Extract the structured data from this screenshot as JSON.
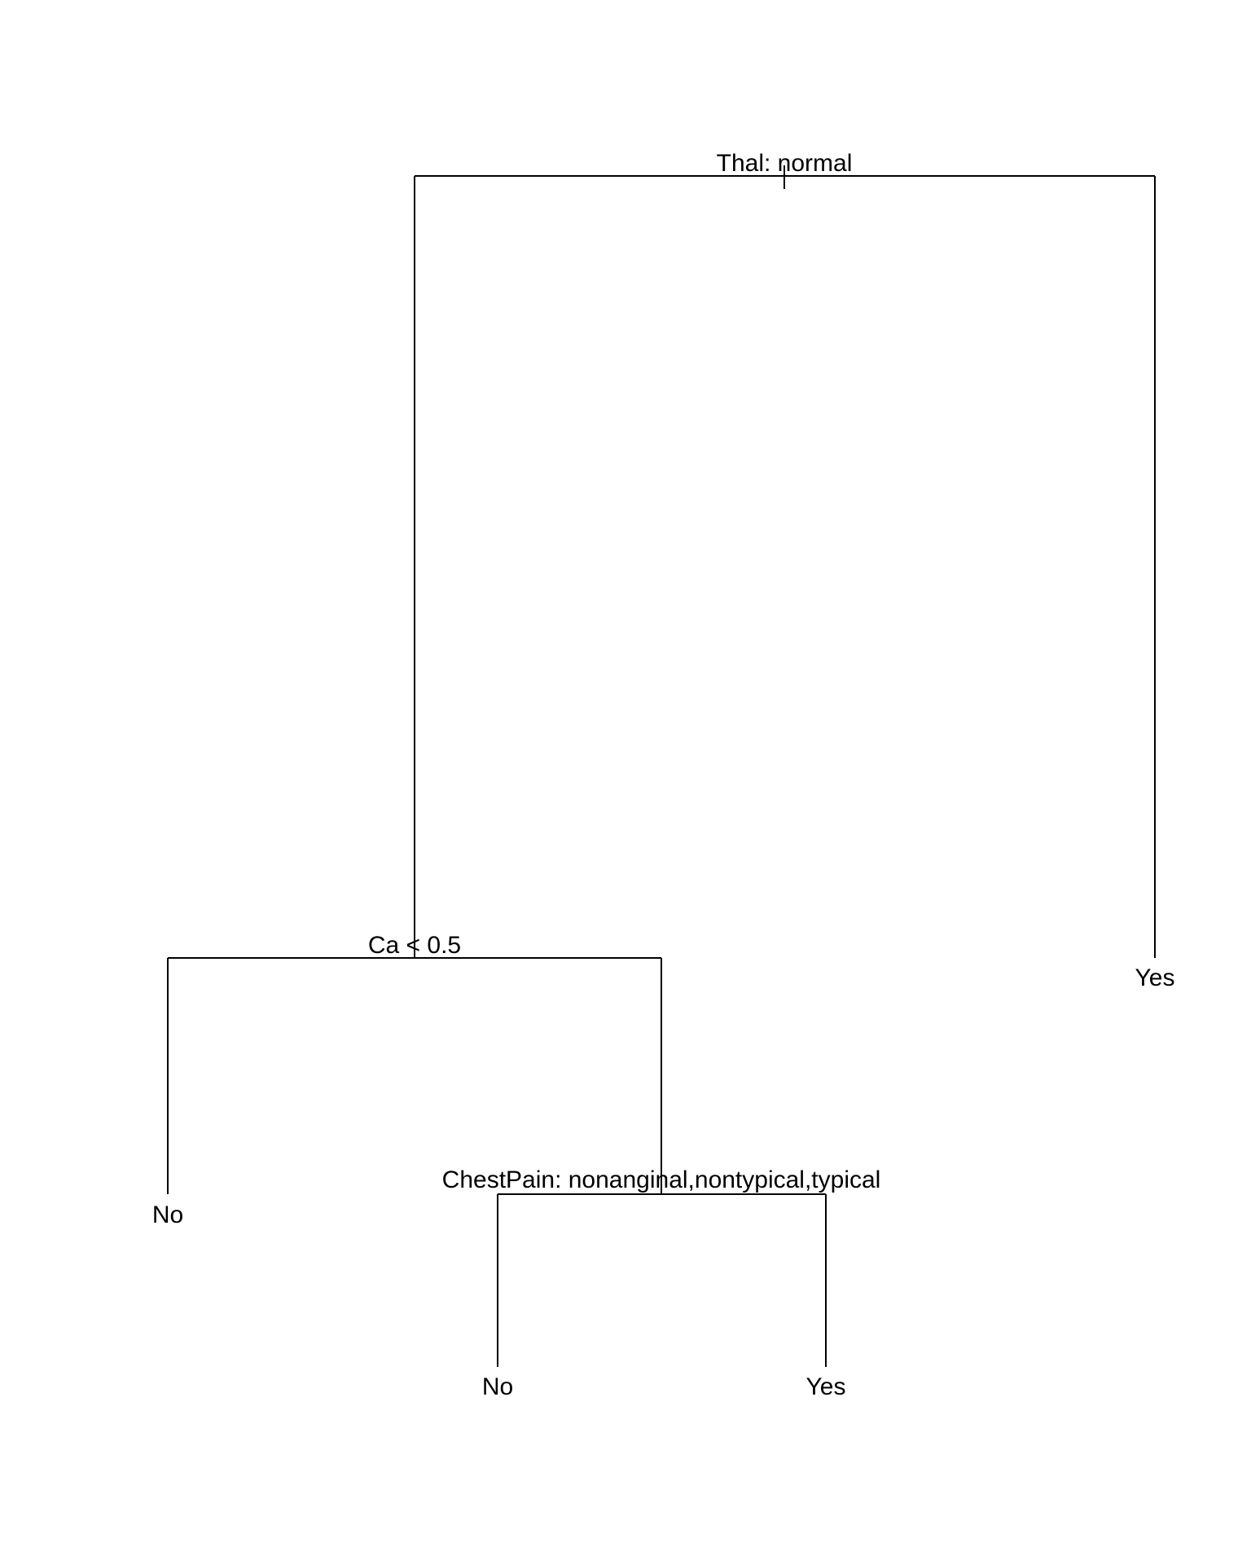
{
  "tree": {
    "root": {
      "split": "Thal: normal",
      "left": {
        "split": "Ca < 0.5",
        "left": {
          "leaf": "No"
        },
        "right": {
          "split": "ChestPain: nonanginal,nontypical,typical",
          "left": {
            "leaf": "No"
          },
          "right": {
            "leaf": "Yes"
          }
        }
      },
      "right": {
        "leaf": "Yes"
      }
    }
  },
  "colors": {
    "background": "#ffffff",
    "line": "#000000",
    "text": "#000000"
  }
}
